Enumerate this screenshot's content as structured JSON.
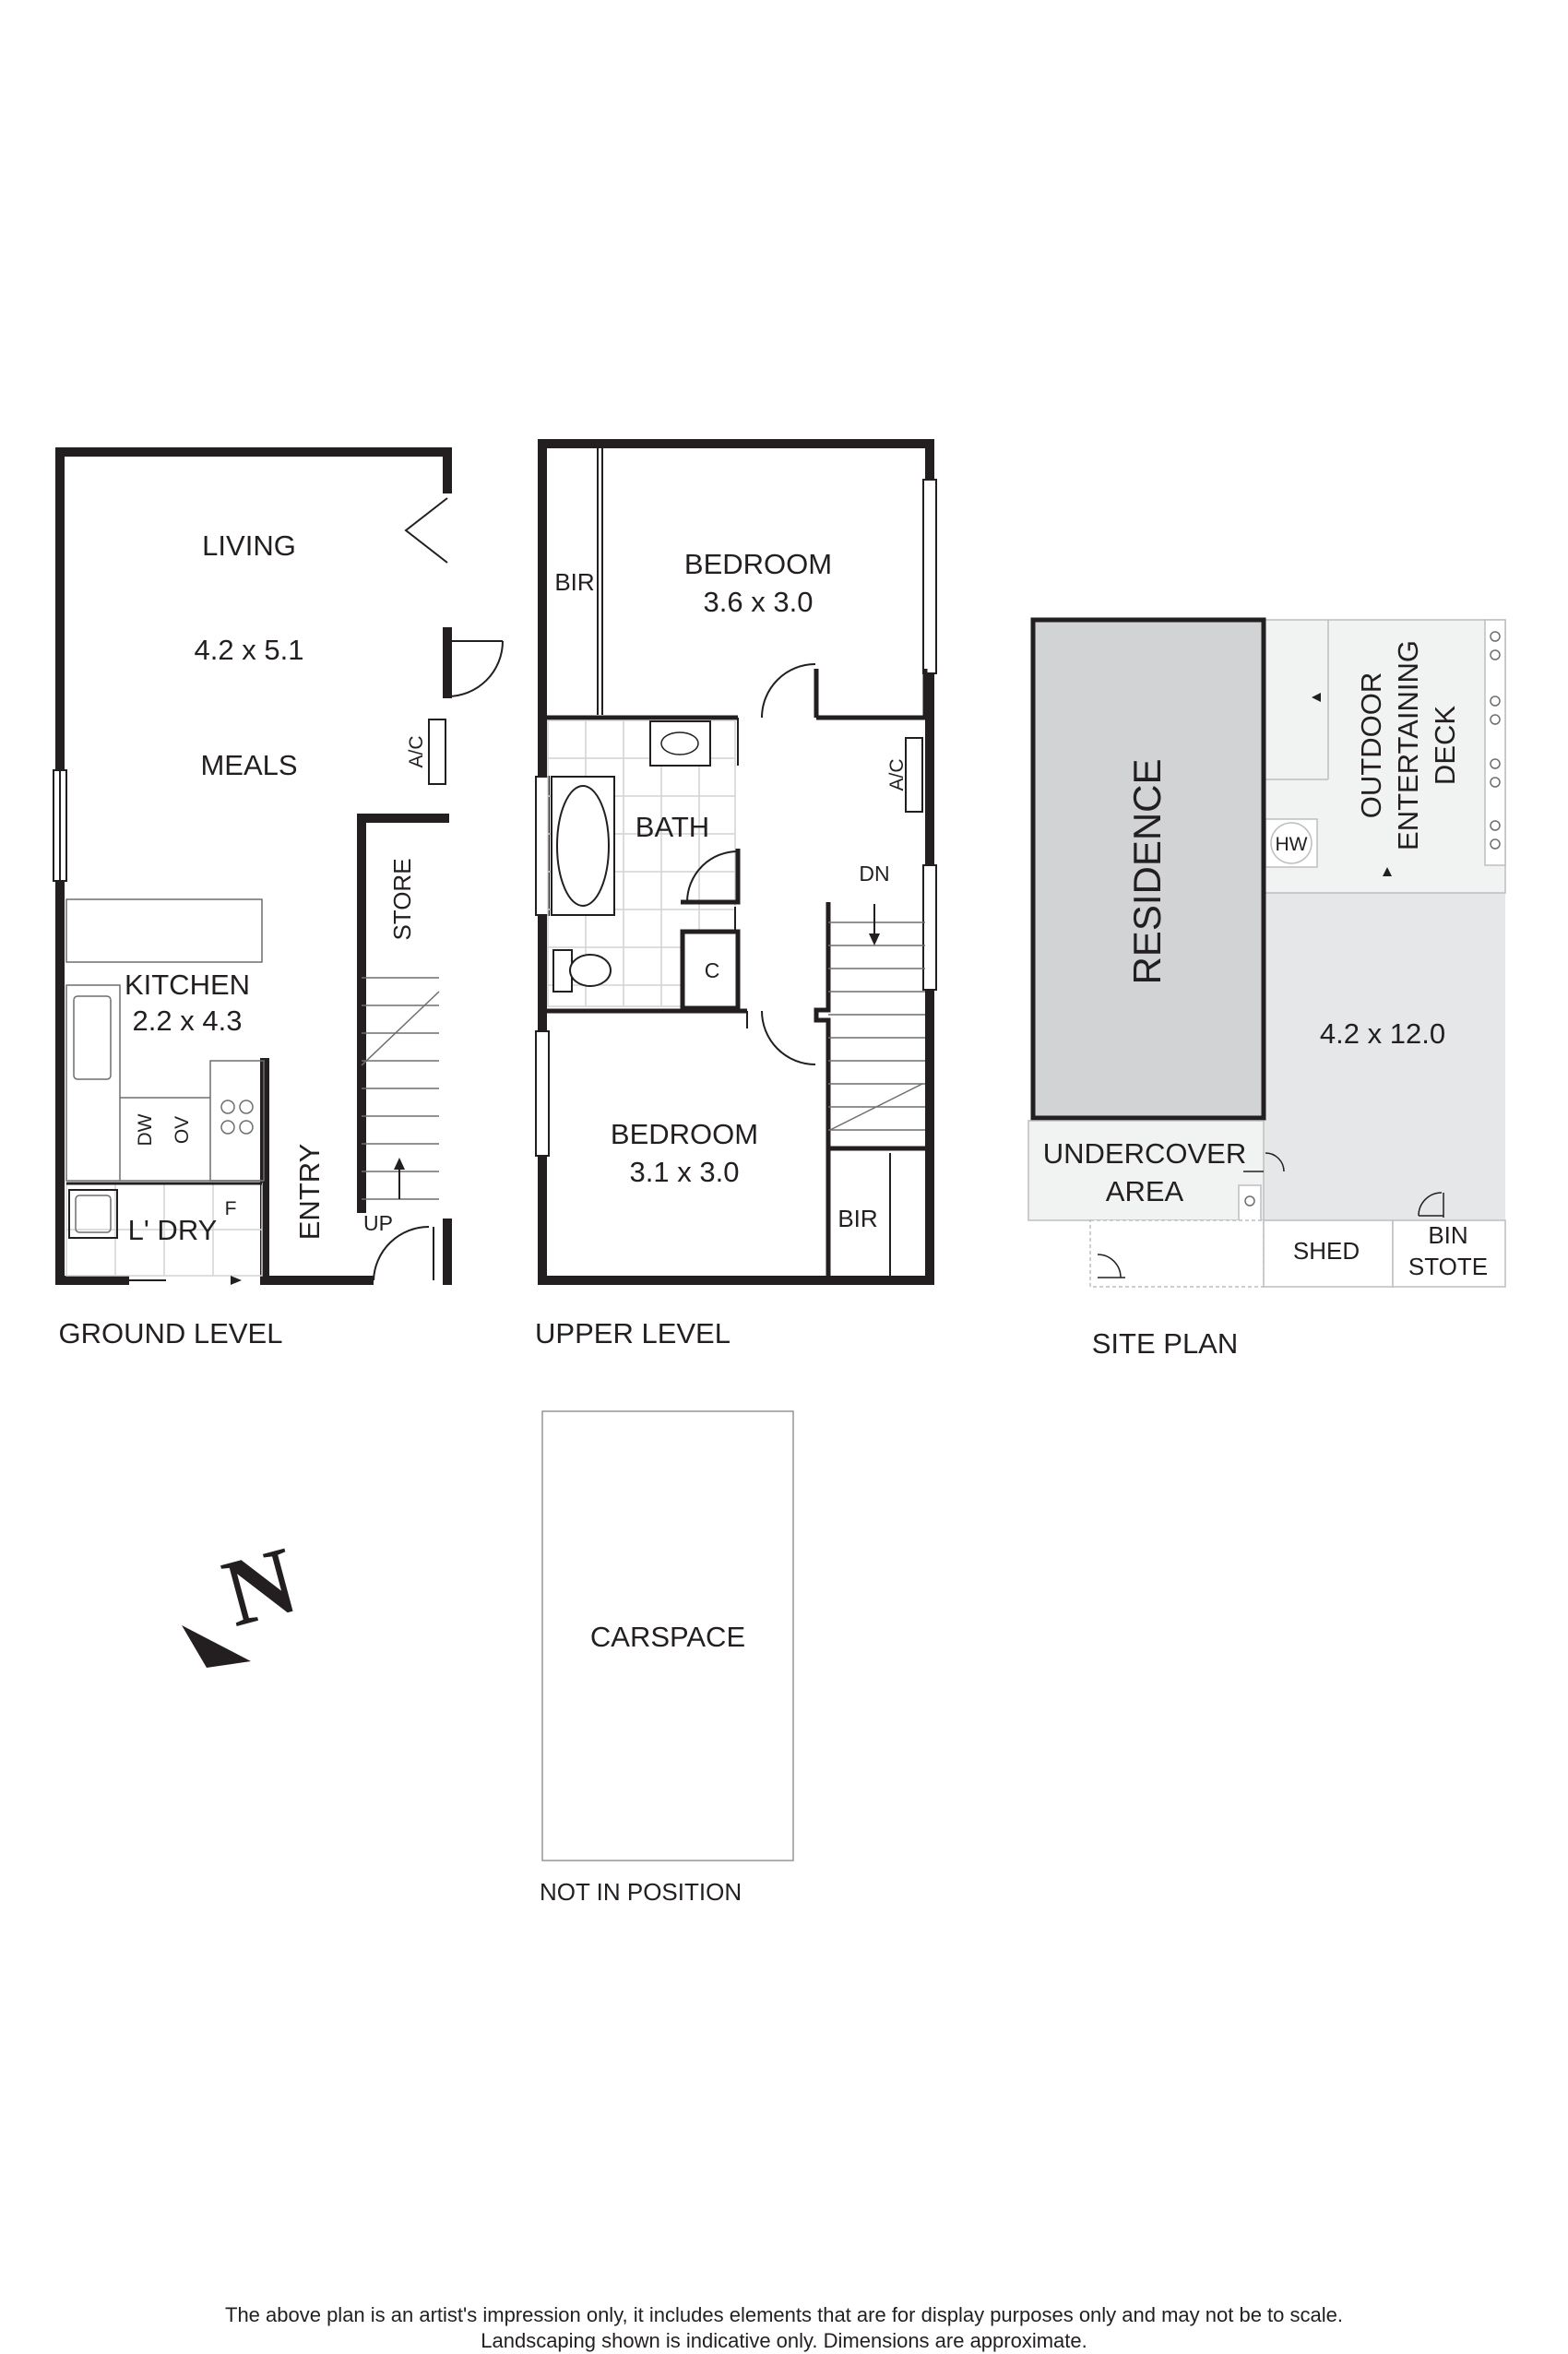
{
  "ground_level": {
    "heading": "GROUND LEVEL",
    "living": "LIVING",
    "living_dim": "4.2 x 5.1",
    "meals": "MEALS",
    "kitchen": "KITCHEN",
    "kitchen_dim": "2.2 x 4.3",
    "laundry": "L' DRY",
    "fridge": "F",
    "dishwasher": "DW",
    "oven": "OV",
    "ac": "A/C",
    "store": "STORE",
    "entry": "ENTRY",
    "stairs_up": "UP"
  },
  "upper_level": {
    "heading": "UPPER LEVEL",
    "bedroom1": "BEDROOM",
    "bedroom1_dim": "3.6 x 3.0",
    "bir1": "BIR",
    "bath": "BATH",
    "cupboard": "C",
    "ac": "A/C",
    "stairs_down": "DN",
    "bedroom2": "BEDROOM",
    "bedroom2_dim": "3.1 x 3.0",
    "bir2": "BIR"
  },
  "site_plan": {
    "heading": "SITE PLAN",
    "residence": "RESIDENCE",
    "outdoor_line1": "OUTDOOR",
    "outdoor_line2": "ENTERTAINING",
    "outdoor_line3": "DECK",
    "hot_water": "HW",
    "yard_dim": "4.2 x 12.0",
    "undercover_line1": "UNDERCOVER",
    "undercover_line2": "AREA",
    "shed": "SHED",
    "bin_line1": "BIN",
    "bin_line2": "STOTE"
  },
  "carspace": {
    "label": "CARSPACE",
    "note": "NOT IN POSITION"
  },
  "north_arrow": {
    "letter": "N"
  },
  "disclaimer": {
    "line1": "The above plan is an artist's impression only, it includes elements that are for display purposes only and may not be to scale.",
    "line2": "Landscaping shown is indicative only. Dimensions are approximate."
  },
  "colors": {
    "wall": "#231f20",
    "residence_fill": "#d1d3d4",
    "yard_fill": "#e6e7e8",
    "deck_fill": "#f1f2f2"
  }
}
